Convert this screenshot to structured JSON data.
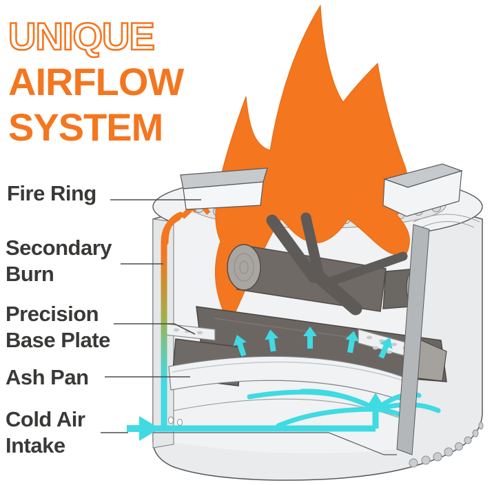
{
  "title": {
    "line1": "UNIQUE",
    "line2": "AIRFLOW",
    "line3": "SYSTEM"
  },
  "labels": {
    "fire_ring": "Fire Ring",
    "secondary_burn": [
      "Secondary",
      "Burn"
    ],
    "precision_base_plate": [
      "Precision",
      "Base Plate"
    ],
    "ash_pan": "Ash Pan",
    "cold_air_intake": [
      "Cold Air",
      "Intake"
    ]
  },
  "colors": {
    "accent_orange": "#F4761F",
    "cold_air_cyan": "#40DAE3",
    "label_text": "#3A3937",
    "stove_body_gray": "#E9EBED"
  },
  "icons": {
    "flame": "flame-icon",
    "hot_air_arrows": "hot-air-arrow-icon",
    "cold_air_arrows": "cold-air-arrow-icon",
    "airflow_channel": "temperature-gradient-channel"
  }
}
